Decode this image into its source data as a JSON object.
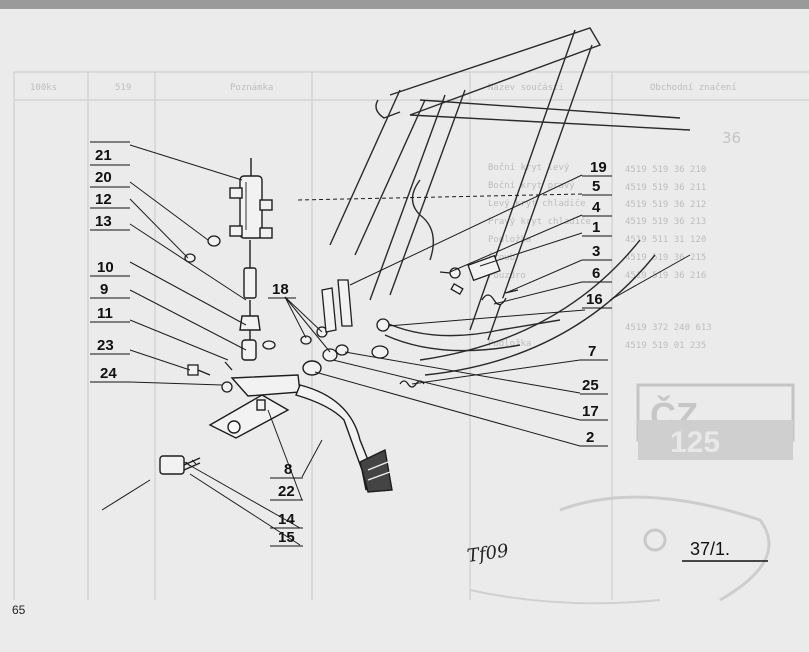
{
  "header_columns": [
    "Obchodní značení",
    "Název součásti",
    "Poznámka",
    "519",
    "100ks"
  ],
  "header_section": "36",
  "background_rows": [
    "4519 519 36 210",
    "4519 519 36 211",
    "4519 519 36 212",
    "4519 519 36 213",
    "4519 511 31 120",
    "4519 519 36 215",
    "4519 519 36 216",
    "4519 372 240 613",
    "4519 519 01 235"
  ],
  "background_descriptions": [
    "Boční kryt levý",
    "Boční kryt pravý",
    "Levý kryt chladiče",
    "Pravý kryt chladiče",
    "Podložka",
    "Šroub",
    "Pouzdro",
    "Podložka"
  ],
  "logo": {
    "brand": "ČZ",
    "model": "125"
  },
  "callouts_left": [
    "21",
    "20",
    "12",
    "13",
    "10",
    "9",
    "11",
    "23",
    "24"
  ],
  "callout_center": "18",
  "callouts_bottom": [
    "8",
    "22",
    "14",
    "15"
  ],
  "callouts_right": [
    "19",
    "5",
    "4",
    "1",
    "3",
    "6",
    "16",
    "7",
    "25",
    "17",
    "2"
  ],
  "sheet_number": "37/1.",
  "page_number": "65",
  "signature": "Tf09"
}
